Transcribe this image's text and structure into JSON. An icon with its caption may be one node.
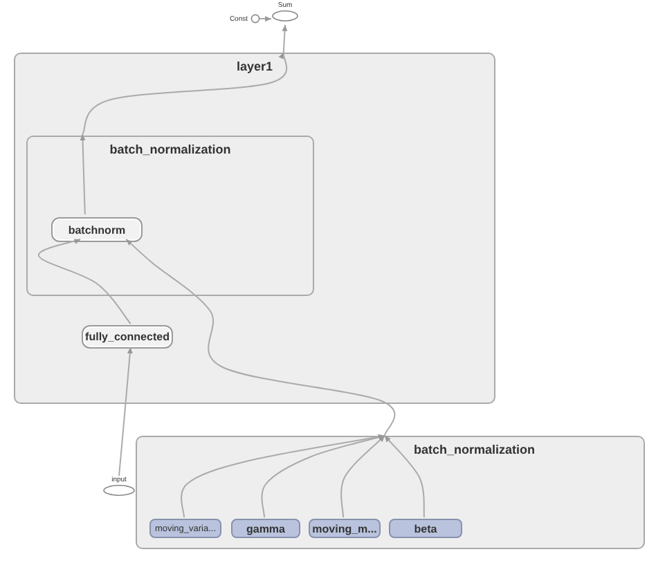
{
  "diagram": {
    "nodes": [
      {
        "text": [
          "Const"
        ]
      },
      {
        "text": [
          "Sum"
        ]
      },
      {
        "text": [
          "layer1"
        ]
      },
      {
        "text": [
          "batch_normalization"
        ],
        "in": 2
      },
      {
        "text": [
          "batchnorm"
        ],
        "in": 3
      },
      {
        "text": [
          "fully_connected"
        ],
        "in": 2
      },
      {
        "text": [
          "input"
        ]
      },
      {
        "text": [
          "batch_normalization"
        ]
      },
      {
        "text": [
          "moving_varia..."
        ],
        "in": 7
      },
      {
        "text": [
          "gamma"
        ],
        "in": 7
      },
      {
        "text": [
          "moving_m..."
        ],
        "in": 7
      },
      {
        "text": [
          "beta"
        ],
        "in": 7
      }
    ],
    "edges": [
      {
        "from": 0,
        "to": 1,
        "arrow": "to"
      },
      {
        "from": 2,
        "to": 1,
        "arrow": "to"
      },
      {
        "from": 3,
        "to": 2,
        "arrow": "to"
      },
      {
        "from": 4,
        "to": 3,
        "arrow": "to"
      },
      {
        "from": 5,
        "to": 4,
        "arrow": "to"
      },
      {
        "from": 7,
        "to": 4,
        "arrow": "to"
      },
      {
        "from": 6,
        "to": 5,
        "arrow": "to"
      },
      {
        "from": 8,
        "to": 7,
        "arrow": "to"
      },
      {
        "from": 9,
        "to": 7,
        "arrow": "to"
      },
      {
        "from": 10,
        "to": 7,
        "arrow": "to"
      },
      {
        "from": 11,
        "to": 7,
        "arrow": "to"
      }
    ]
  }
}
